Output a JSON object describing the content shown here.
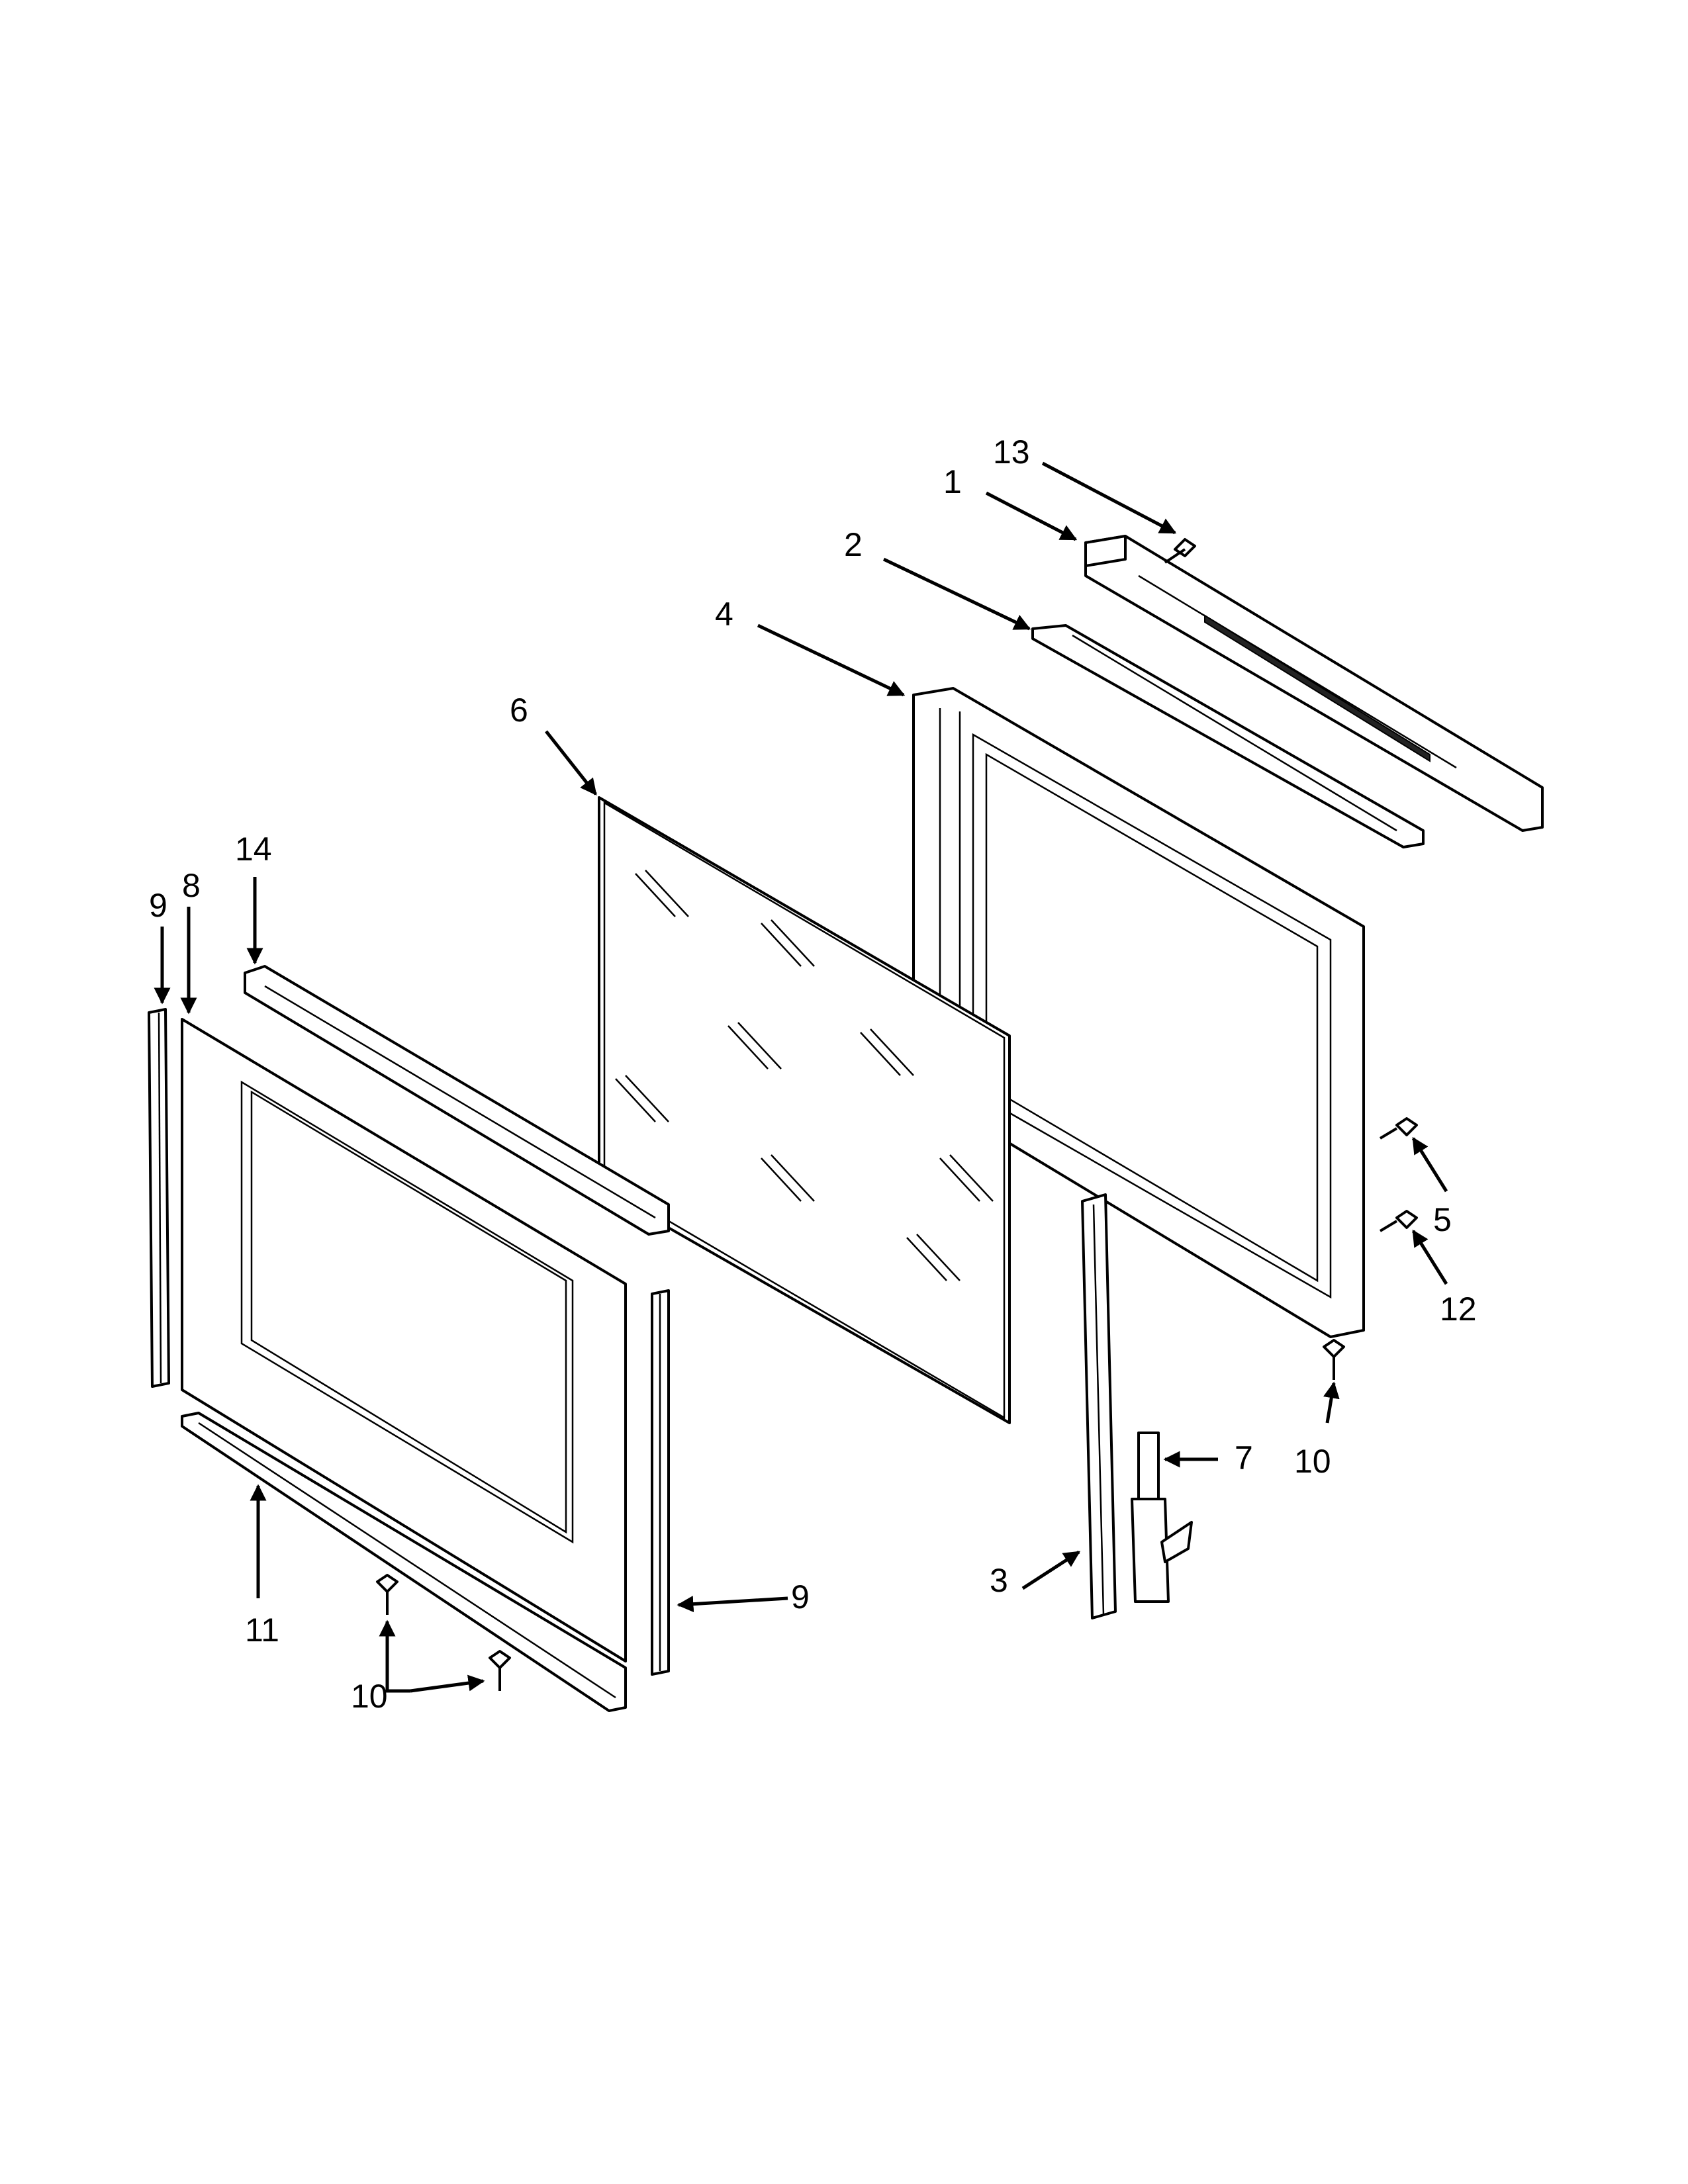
{
  "diagram": {
    "callouts": [
      {
        "id": "c13",
        "label": "13"
      },
      {
        "id": "c1",
        "label": "1"
      },
      {
        "id": "c2",
        "label": "2"
      },
      {
        "id": "c4",
        "label": "4"
      },
      {
        "id": "c6",
        "label": "6"
      },
      {
        "id": "c14",
        "label": "14"
      },
      {
        "id": "c9a",
        "label": "9"
      },
      {
        "id": "c8",
        "label": "8"
      },
      {
        "id": "c5",
        "label": "5"
      },
      {
        "id": "c12",
        "label": "12"
      },
      {
        "id": "c7",
        "label": "7"
      },
      {
        "id": "c10a",
        "label": "10"
      },
      {
        "id": "c3",
        "label": "3"
      },
      {
        "id": "c9b",
        "label": "9"
      },
      {
        "id": "c11",
        "label": "11"
      },
      {
        "id": "c10b",
        "label": "10"
      }
    ]
  }
}
